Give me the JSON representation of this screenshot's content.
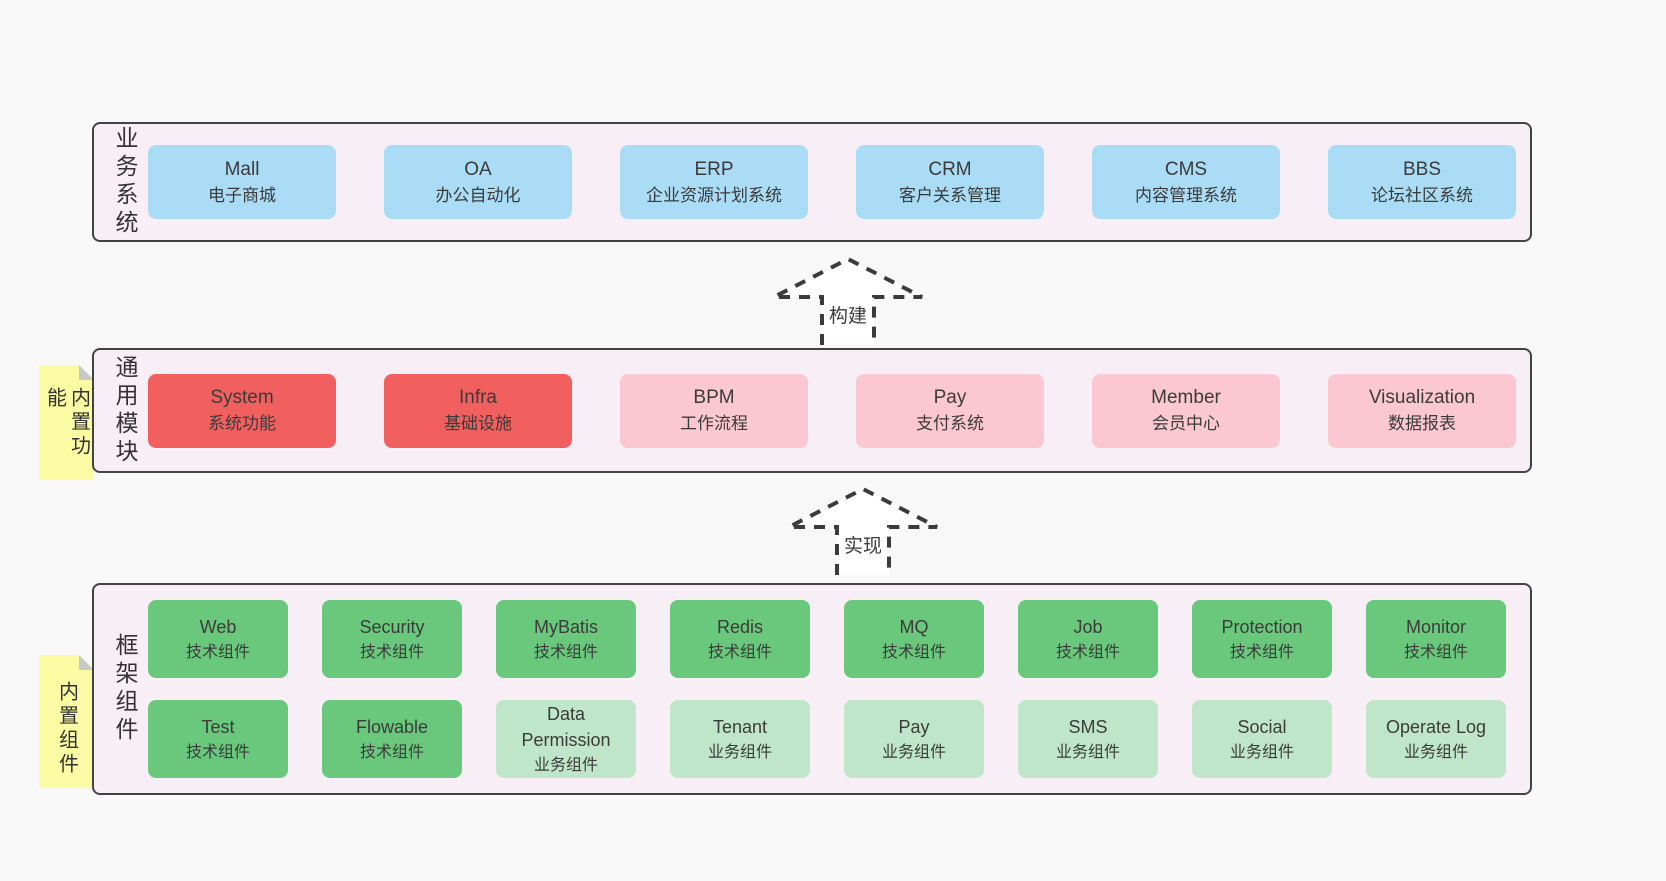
{
  "palette": {
    "page_bg": "#f8f8f8",
    "layer_bg": "#f8eef6",
    "layer_border": "#434343",
    "blue": "#aadcf6",
    "red": "#f15f5f",
    "pink": "#fbc7d2",
    "green": "#69c87c",
    "green_light": "#c0e6c9",
    "note_yellow": "#fbfba3",
    "note_fold": "#c8c8c6",
    "text": "#3b3b3b"
  },
  "layers": {
    "business": {
      "label": "业务系统",
      "boxes": [
        {
          "en": "Mall",
          "zh": "电子商城",
          "variant": "blue"
        },
        {
          "en": "OA",
          "zh": "办公自动化",
          "variant": "blue"
        },
        {
          "en": "ERP",
          "zh": "企业资源计划系统",
          "variant": "blue"
        },
        {
          "en": "CRM",
          "zh": "客户关系管理",
          "variant": "blue"
        },
        {
          "en": "CMS",
          "zh": "内容管理系统",
          "variant": "blue"
        },
        {
          "en": "BBS",
          "zh": "论坛社区系统",
          "variant": "blue"
        }
      ]
    },
    "modules": {
      "label": "通用模块",
      "note": "内置功能",
      "boxes": [
        {
          "en": "System",
          "zh": "系统功能",
          "variant": "red"
        },
        {
          "en": "Infra",
          "zh": "基础设施",
          "variant": "red"
        },
        {
          "en": "BPM",
          "zh": "工作流程",
          "variant": "pink"
        },
        {
          "en": "Pay",
          "zh": "支付系统",
          "variant": "pink"
        },
        {
          "en": "Member",
          "zh": "会员中心",
          "variant": "pink"
        },
        {
          "en": "Visualization",
          "zh": "数据报表",
          "variant": "pink"
        }
      ]
    },
    "components": {
      "label": "框架组件",
      "note": "内置组件",
      "row1": [
        {
          "en": "Web",
          "zh": "技术组件",
          "variant": "green"
        },
        {
          "en": "Security",
          "zh": "技术组件",
          "variant": "green"
        },
        {
          "en": "MyBatis",
          "zh": "技术组件",
          "variant": "green"
        },
        {
          "en": "Redis",
          "zh": "技术组件",
          "variant": "green"
        },
        {
          "en": "MQ",
          "zh": "技术组件",
          "variant": "green"
        },
        {
          "en": "Job",
          "zh": "技术组件",
          "variant": "green"
        },
        {
          "en": "Protection",
          "zh": "技术组件",
          "variant": "green"
        },
        {
          "en": "Monitor",
          "zh": "技术组件",
          "variant": "green"
        }
      ],
      "row2": [
        {
          "en": "Test",
          "zh": "技术组件",
          "variant": "green"
        },
        {
          "en": "Flowable",
          "zh": "技术组件",
          "variant": "green"
        },
        {
          "en": "Data Permission",
          "zh": "业务组件",
          "variant": "green-light"
        },
        {
          "en": "Tenant",
          "zh": "业务组件",
          "variant": "green-light"
        },
        {
          "en": "Pay",
          "zh": "业务组件",
          "variant": "green-light"
        },
        {
          "en": "SMS",
          "zh": "业务组件",
          "variant": "green-light"
        },
        {
          "en": "Social",
          "zh": "业务组件",
          "variant": "green-light"
        },
        {
          "en": "Operate Log",
          "zh": "业务组件",
          "variant": "green-light"
        }
      ]
    }
  },
  "arrows": {
    "build": "构建",
    "implement": "实现"
  }
}
